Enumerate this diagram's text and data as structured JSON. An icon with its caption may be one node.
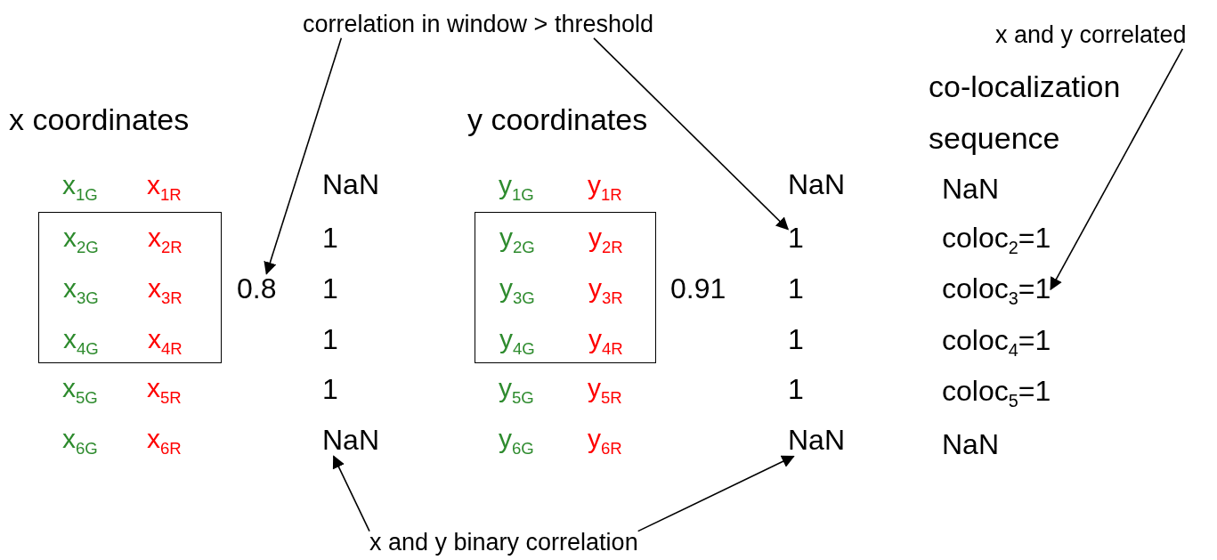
{
  "diagram": {
    "nodes": [
      {
        "text": [
          "correlation in window > threshold"
        ]
      },
      {
        "text": [
          "x and y correlated"
        ]
      },
      {
        "text": [
          "x$_{2G}$",
          "x$_{2R}$",
          "x$_{3G}$",
          "x$_{3R}$",
          "x$_{4G}$",
          "x$_{4R}$"
        ]
      },
      {
        "text": [
          "0.8"
        ]
      },
      {
        "text": [
          "y$_{2G}$",
          "y$_{2R}$",
          "y$_{3G}$",
          "y$_{3R}$",
          "y$_{4G}$",
          "y$_{4R}$"
        ]
      },
      {
        "text": [
          "1"
        ]
      },
      {
        "text": [
          "coloc$_{3}$=1"
        ]
      },
      {
        "text": [
          "NaN"
        ]
      },
      {
        "text": [
          "NaN"
        ]
      },
      {
        "text": [
          "x and y binary correlation"
        ]
      }
    ],
    "edges": [
      {
        "from": 0,
        "to": 3,
        "arrow": "to"
      },
      {
        "from": 0,
        "to": 5,
        "arrow": "to"
      },
      {
        "from": 1,
        "to": 6,
        "arrow": "to"
      },
      {
        "from": 9,
        "to": 7,
        "arrow": "to"
      },
      {
        "from": 9,
        "to": 8,
        "arrow": "to"
      }
    ],
    "labels": [
      "x coordinates",
      "y coordinates",
      "co-localization sequence",
      "x$_{1G}$",
      "x$_{1R}$",
      "NaN",
      "y$_{1G}$",
      "y$_{1R}$",
      "NaN",
      "NaN",
      "1",
      "coloc$_{2}$=1",
      "1",
      "0.91",
      "1",
      "1",
      "1",
      "coloc$_{4}$=1",
      "x$_{5G}$",
      "x$_{5R}$",
      "1",
      "y$_{5G}$",
      "y$_{5R}$",
      "1",
      "coloc$_{5}$=1",
      "x$_{6G}$",
      "x$_{6R}$",
      "y$_{6G}$",
      "y$_{6R}$",
      "NaN"
    ]
  }
}
